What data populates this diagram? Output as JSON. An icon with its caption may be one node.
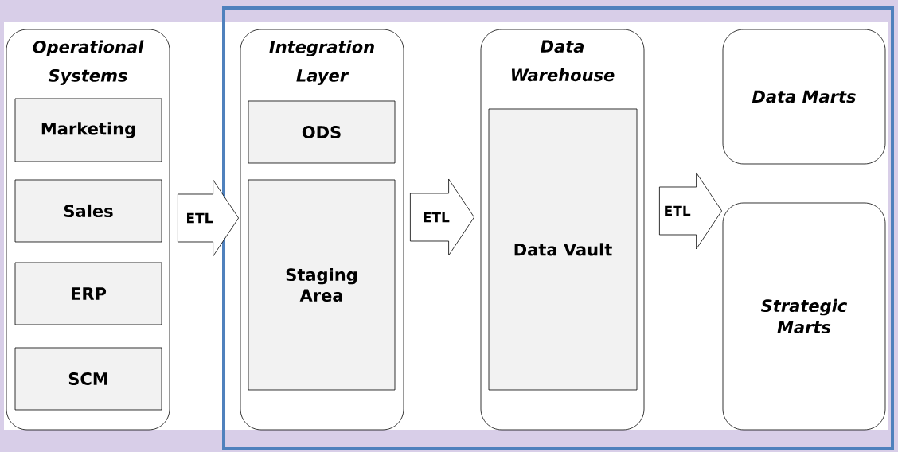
{
  "diagram": {
    "nodes": [
      {
        "text": [
          "Operational Systems"
        ]
      },
      {
        "text": [
          "Marketing"
        ],
        "in": 0
      },
      {
        "text": [
          "Sales"
        ],
        "in": 0
      },
      {
        "text": [
          "ERP"
        ],
        "in": 0
      },
      {
        "text": [
          "SCM"
        ],
        "in": 0
      },
      {
        "text": [
          "Integration Layer"
        ]
      },
      {
        "text": [
          "ODS"
        ],
        "in": 5
      },
      {
        "text": [
          "Staging Area"
        ],
        "in": 5
      },
      {
        "text": [
          "Data Warehouse"
        ]
      },
      {
        "text": [
          "Data Vault"
        ],
        "in": 8
      },
      {
        "text": [
          "Data Marts"
        ]
      },
      {
        "text": [
          "Strategic Marts"
        ]
      }
    ],
    "edges": [
      {
        "from": 0,
        "to": 5,
        "arrow": "to",
        "label": "ETL"
      },
      {
        "from": 5,
        "to": 8,
        "arrow": "to",
        "label": "ETL"
      },
      {
        "from": 8,
        "to": 11,
        "arrow": "to",
        "label": "ETL"
      }
    ]
  }
}
